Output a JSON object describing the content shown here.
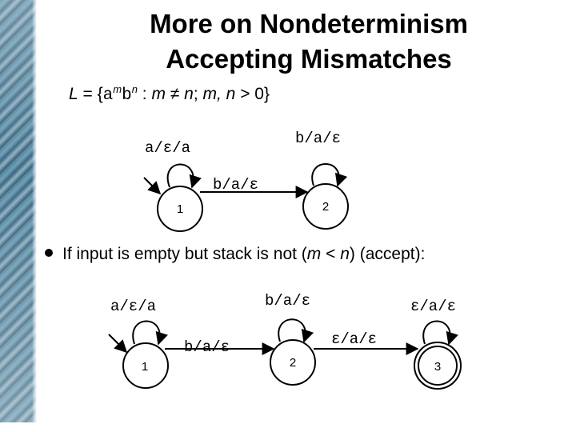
{
  "slide": {
    "title_line1": "More on Nondeterminism",
    "title_line2": "Accepting Mismatches"
  },
  "language": {
    "prefix": "L",
    "equals_open": " = {",
    "sym_a": "a",
    "exp_m": "m",
    "sym_b": "b",
    "exp_n": "n",
    "colon": " : ",
    "var_m": "m",
    "neq": " ≠ ",
    "var_n": "n",
    "semi": "; ",
    "vars_mn": "m, n",
    "gt_zero": " > 0}"
  },
  "bullet": {
    "text_before": "If input is empty but stack is not (",
    "cond_m": "m",
    "cond_lt": " < ",
    "cond_n": "n",
    "text_after": ") (accept):"
  },
  "diagram1": {
    "states": [
      {
        "id": "1",
        "accepting": false,
        "start": true
      },
      {
        "id": "2",
        "accepting": false,
        "start": false
      }
    ],
    "transitions": {
      "loop_1": "a/ε/a",
      "loop_2": "b/a/ε",
      "edge_1_2": "b/a/ε"
    }
  },
  "diagram2": {
    "states": [
      {
        "id": "1",
        "accepting": false,
        "start": true
      },
      {
        "id": "2",
        "accepting": false,
        "start": false
      },
      {
        "id": "3",
        "accepting": true,
        "start": false
      }
    ],
    "transitions": {
      "loop_1": "a/ε/a",
      "loop_2": "b/a/ε",
      "loop_3": "ε/a/ε",
      "edge_1_2": "b/a/ε",
      "edge_2_3": "ε/a/ε"
    }
  }
}
